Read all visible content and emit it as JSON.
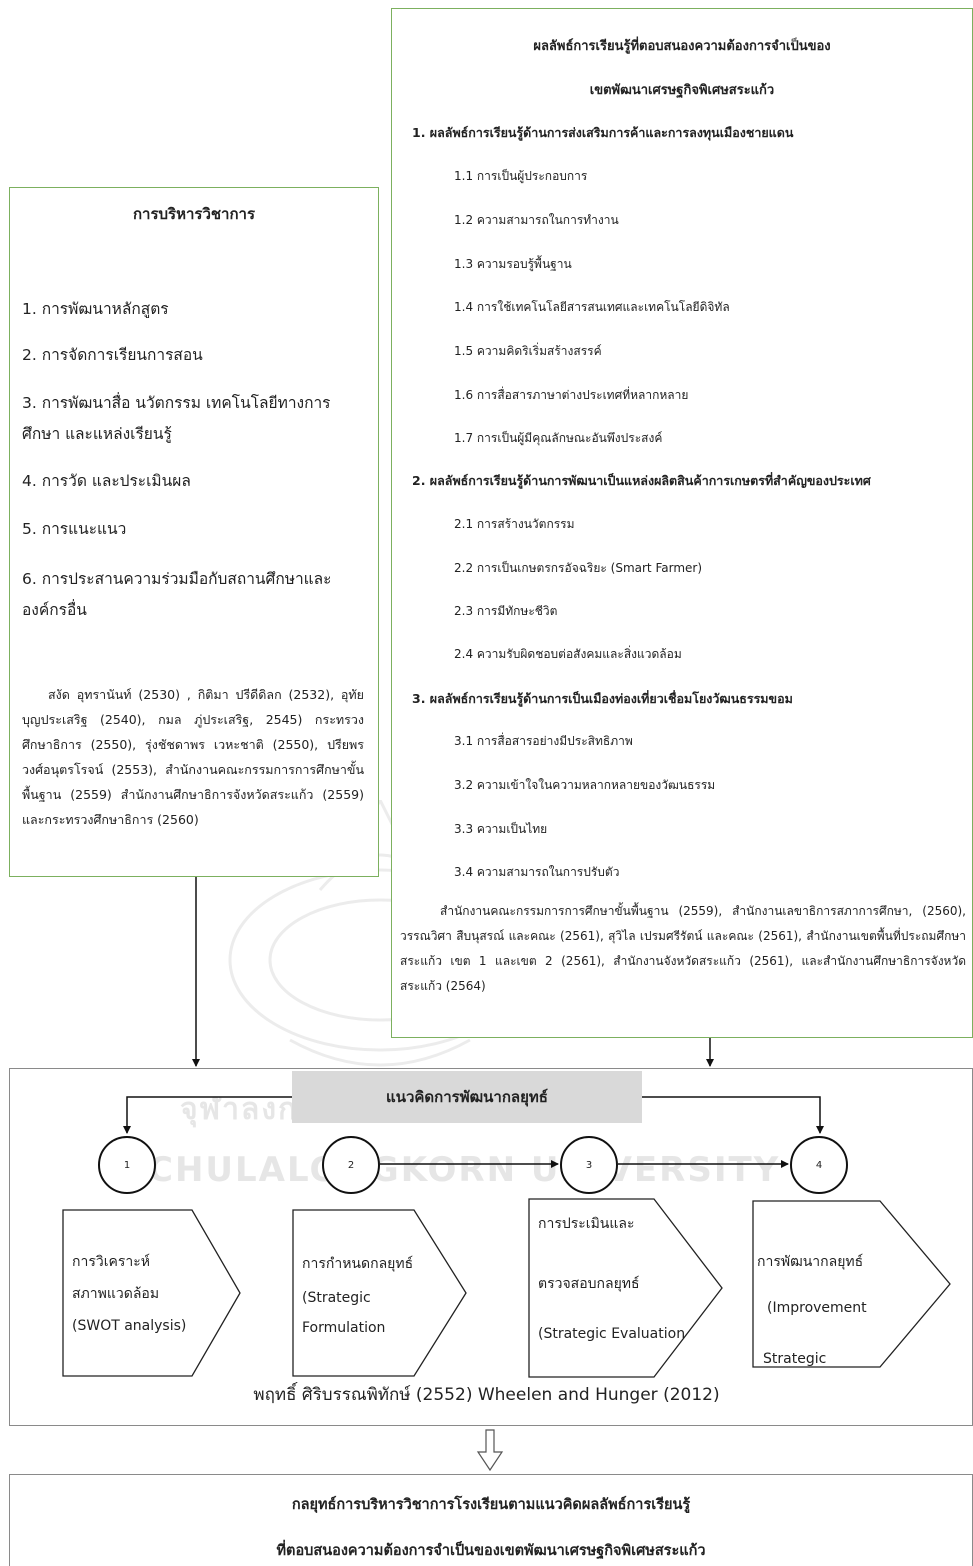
{
  "academic_admin": {
    "title": "การบริหารวิชาการ",
    "items": [
      "1. การพัฒนาหลักสูตร",
      "2. การจัดการเรียนการสอน",
      "3. การพัฒนาสื่อ นวัตกรรม เทคโนโลยีทางการศึกษา และแหล่งเรียนรู้",
      "4. การวัด และประเมินผล",
      "5. การแนะแนว",
      "6. การประสานความร่วมมือกับสถานศึกษาและองค์กรอื่น"
    ],
    "references": "สงัด อุทรานันท์ (2530) , กิติมา ปรีดีดิลก (2532), อุทัย บุญประเสริฐ (2540), กมล ภู่ประเสริฐ, 2545) กระทรวงศึกษาธิการ (2550), รุ่งชัชดาพร เวหะชาติ (2550), ปรียพร วงศ์อนุตรโรจน์ (2553), สำนักงานคณะกรรมการการศึกษาขั้นพื้นฐาน (2559) สำนักงานศึกษาธิการจังหวัดสระแก้ว (2559) และกระทรวงศึกษาธิการ (2560)"
  },
  "learning_outcomes": {
    "title_line1": "ผลลัพธ์การเรียนรู้ที่ตอบสนองความต้องการจำเป็นของ",
    "title_line2": "เขตพัฒนาเศรษฐกิจพิเศษสระแก้ว",
    "sections": [
      {
        "heading": "1. ผลลัพธ์การเรียนรู้ด้านการส่งเสริมการค้าและการลงทุนเมืองชายแดน",
        "items": [
          "1.1 การเป็นผู้ประกอบการ",
          "1.2 ความสามารถในการทำงาน",
          "1.3 ความรอบรู้พื้นฐาน",
          "1.4 การใช้เทคโนโลยีสารสนเทศและเทคโนโลยีดิจิทัล",
          "1.5 ความคิดริเริ่มสร้างสรรค์",
          "1.6 การสื่อสารภาษาต่างประเทศที่หลากหลาย",
          "1.7 การเป็นผู้มีคุณลักษณะอันพึงประสงค์"
        ]
      },
      {
        "heading": "2. ผลลัพธ์การเรียนรู้ด้านการพัฒนาเป็นแหล่งผลิตสินค้าการเกษตรที่สำคัญของประเทศ",
        "items": [
          "2.1 การสร้างนวัตกรรม",
          "2.2 การเป็นเกษตรกรอัจฉริยะ (Smart Farmer)",
          "2.3 การมีทักษะชีวิต",
          "2.4 ความรับผิดชอบต่อสังคมและสิ่งแวดล้อม"
        ]
      },
      {
        "heading": "3. ผลลัพธ์การเรียนรู้ด้านการเป็นเมืองท่องเที่ยวเชื่อมโยงวัฒนธรรมขอม",
        "items": [
          "3.1 การสื่อสารอย่างมีประสิทธิภาพ",
          "3.2 ความเข้าใจในความหลากหลายของวัฒนธรรม",
          "3.3 ความเป็นไทย",
          "3.4 ความสามารถในการปรับตัว"
        ]
      }
    ],
    "references": "สำนักงานคณะกรรมการการศึกษาขั้นพื้นฐาน (2559), สำนักงานเลขาธิการสภาการศึกษา, (2560), วรรณวิศา สืบนุสรณ์ และคณะ (2561), สุวิไล เปรมศรีรัตน์ และคณะ (2561), สำนักงานเขตพื้นที่ประถมศึกษาสระแก้ว เขต 1 และเขต 2 (2561), สำนักงานจังหวัดสระแก้ว (2561), และสำนักงานศึกษาธิการจังหวัดสระแก้ว (2564)"
  },
  "strategy_concept": {
    "title": "แนวคิดการพัฒนากลยุทธ์",
    "steps": [
      {
        "number": "1",
        "lines": [
          "การวิเคราะห์",
          "สภาพแวดล้อม",
          "(SWOT analysis)"
        ]
      },
      {
        "number": "2",
        "lines": [
          "การกำหนดกลยุทธ์",
          "(Strategic",
          "Formulation"
        ]
      },
      {
        "number": "3",
        "lines": [
          "การประเมินและ",
          "ตรวจสอบกลยุทธ์",
          "(Strategic Evaluation"
        ]
      },
      {
        "number": "4",
        "lines": [
          "การพัฒนากลยุทธ์",
          "(Improvement",
          "Strategic"
        ]
      }
    ],
    "caption": "พฤทธิ์ ศิริบรรณพิทักษ์ (2552) Wheelen and Hunger (2012)"
  },
  "result": {
    "line1": "กลยุทธ์การบริหารวิชาการโรงเรียนตามแนวคิดผลลัพธ์การเรียนรู้",
    "line2": "ที่ตอบสนองความต้องการจำเป็นของเขตพัฒนาเศรษฐกิจพิเศษสระแก้ว"
  },
  "watermark": {
    "line1": "จุฬาลงกรณ์มหาวิทยาลัย",
    "line2": "CHULALONGKORN UNIVERSITY"
  }
}
